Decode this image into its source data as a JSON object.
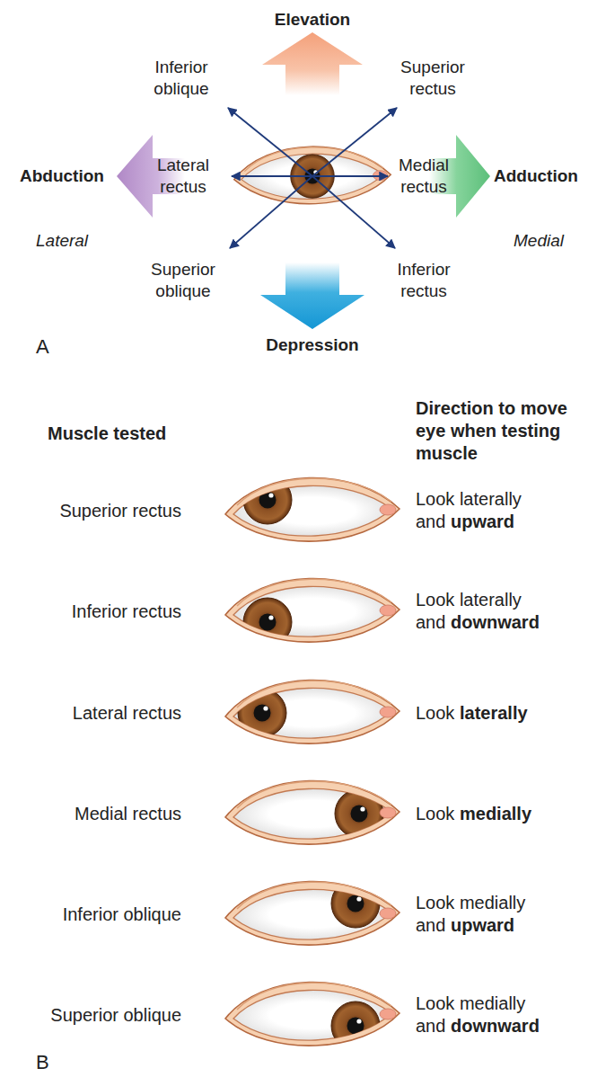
{
  "diagram": {
    "labels": [
      "Elevation",
      "Inferior oblique",
      "Superior rectus",
      "Abduction",
      "Lateral rectus",
      "Medial rectus",
      "Adduction",
      "Lateral",
      "Medial",
      "Superior oblique",
      "Inferior rectus",
      "Depression",
      "A",
      "Muscle tested",
      "Direction to move eye when testing muscle",
      "Superior rectus",
      "Look laterally and",
      "upward",
      "Inferior rectus",
      "Look laterally and",
      "downward",
      "Lateral rectus",
      "Look",
      "laterally",
      "Medial rectus",
      "Look",
      "medially",
      "Inferior oblique",
      "Look medially and",
      "upward",
      "Superior oblique",
      "Look medially and",
      "downward",
      "B"
    ]
  }
}
